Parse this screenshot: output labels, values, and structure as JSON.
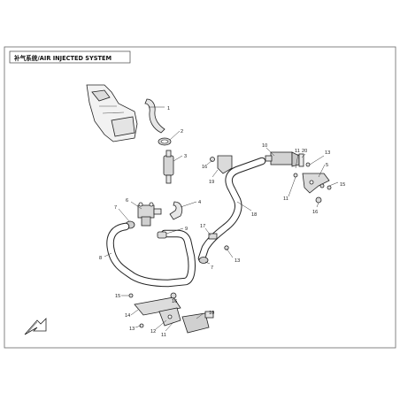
{
  "title": "补气系统/AIR INJECTED SYSTEM",
  "callouts": {
    "c1": "1",
    "c2": "2",
    "c3": "3",
    "c4": "4",
    "c5": "5",
    "c6": "6",
    "c7a": "7",
    "c7b": "7",
    "c8": "8",
    "c9": "9",
    "c10a": "10",
    "c10b": "10",
    "c11a": "11",
    "c11b": "11",
    "c11c": "11",
    "c12": "12",
    "c13a": "13",
    "c13b": "13",
    "c13c": "13",
    "c14": "14",
    "c15a": "15",
    "c15b": "15",
    "c16a": "16",
    "c16b": "16",
    "c16c": "16",
    "c17": "17",
    "c18": "18",
    "c19": "19",
    "c20": "20"
  },
  "icons": {
    "forward_arrow": "front-direction-arrow-icon"
  }
}
